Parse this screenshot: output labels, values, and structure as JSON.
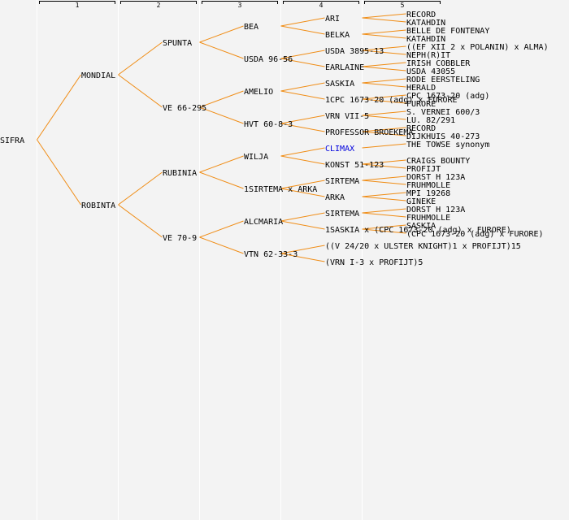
{
  "title": "Pedigree of SIFRA",
  "generation_headers": [
    "1",
    "2",
    "3",
    "4",
    "5"
  ],
  "colors": {
    "background": "#f3f3f3",
    "edge": "#f08c14",
    "text": "#000000",
    "link": "#0000dd",
    "separator": "#ffffff"
  },
  "pedigree": {
    "name": "SIFRA",
    "children": [
      {
        "name": "MONDIAL",
        "children": [
          {
            "name": "SPUNTA",
            "children": [
              {
                "name": "BEA",
                "children": [
                  {
                    "name": "ARI",
                    "children": [
                      {
                        "name": "RECORD"
                      },
                      {
                        "name": "KATAHDIN"
                      }
                    ]
                  },
                  {
                    "name": "BELKA",
                    "children": [
                      {
                        "name": "BELLE DE FONTENAY"
                      },
                      {
                        "name": "KATAHDIN"
                      }
                    ]
                  }
                ]
              },
              {
                "name": "USDA 96-56",
                "children": [
                  {
                    "name": "USDA 3895-13",
                    "children": [
                      {
                        "name": "((EF XII 2 x POLANIN) x ALMA)"
                      },
                      {
                        "name": "NEPH(R)IT"
                      }
                    ]
                  },
                  {
                    "name": "EARLAINE",
                    "children": [
                      {
                        "name": "IRISH COBBLER"
                      },
                      {
                        "name": "USDA 43055"
                      }
                    ]
                  }
                ]
              }
            ]
          },
          {
            "name": "VE 66-295",
            "children": [
              {
                "name": "AMELIO",
                "children": [
                  {
                    "name": "SASKIA",
                    "children": [
                      {
                        "name": "RODE EERSTELING"
                      },
                      {
                        "name": "HERALD"
                      }
                    ]
                  },
                  {
                    "name": "1CPC 1673-20 (adg) x FURORE",
                    "children": [
                      {
                        "name": "CPC 1673-20 (adg)"
                      },
                      {
                        "name": "FURORE"
                      }
                    ]
                  }
                ]
              },
              {
                "name": "HVT 60-8-3",
                "children": [
                  {
                    "name": "VRN VII-5",
                    "children": [
                      {
                        "name": "S. VERNEI 600/3"
                      },
                      {
                        "name": "LU. 82/291"
                      }
                    ]
                  },
                  {
                    "name": "PROFESSOR BROEKEMA",
                    "children": [
                      {
                        "name": "RECORD"
                      },
                      {
                        "name": "DIJKHUIS 40-273"
                      }
                    ]
                  }
                ]
              }
            ]
          }
        ]
      },
      {
        "name": "ROBINTA",
        "children": [
          {
            "name": "RUBINIA",
            "children": [
              {
                "name": "WILJA",
                "children": [
                  {
                    "name": "CLIMAX",
                    "link": true,
                    "children": [
                      {
                        "name": "THE TOWSE synonym"
                      }
                    ]
                  },
                  {
                    "name": "KONST 51-123",
                    "children": [
                      {
                        "name": "CRAIGS BOUNTY"
                      },
                      {
                        "name": "PROFIJT"
                      }
                    ]
                  }
                ]
              },
              {
                "name": "1SIRTEMA x ARKA",
                "children": [
                  {
                    "name": "SIRTEMA",
                    "children": [
                      {
                        "name": "DORST H 123A"
                      },
                      {
                        "name": "FRUHMOLLE"
                      }
                    ]
                  },
                  {
                    "name": "ARKA",
                    "children": [
                      {
                        "name": "MPI 19268"
                      },
                      {
                        "name": "GINEKE"
                      }
                    ]
                  }
                ]
              }
            ]
          },
          {
            "name": "VE 70-9",
            "children": [
              {
                "name": "ALCMARIA",
                "children": [
                  {
                    "name": "SIRTEMA",
                    "children": [
                      {
                        "name": "DORST H 123A"
                      },
                      {
                        "name": "FRUHMOLLE"
                      }
                    ]
                  },
                  {
                    "name": "1SASKIA x (CPC 1673-20 (adg) x FURORE)",
                    "children": [
                      {
                        "name": "SASKIA"
                      },
                      {
                        "name": "(CPC 1673-20 (adg) x FURORE)"
                      }
                    ]
                  }
                ]
              },
              {
                "name": "VTN 62-33-3",
                "children": [
                  {
                    "name": "((V 24/20 x ULSTER KNIGHT)1 x PROFIJT)15"
                  },
                  {
                    "name": "(VRN I-3 x PROFIJT)5"
                  }
                ]
              }
            ]
          }
        ]
      }
    ]
  }
}
